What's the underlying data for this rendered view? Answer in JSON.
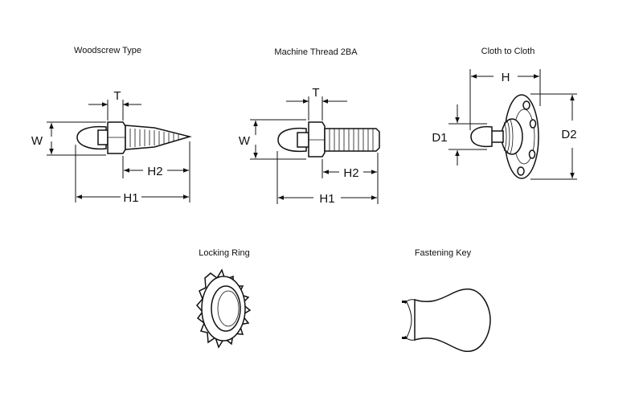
{
  "diagram": {
    "titles": {
      "woodscrew": "Woodscrew Type",
      "machine": "Machine Thread 2BA",
      "cloth": "Cloth to Cloth",
      "ring": "Locking Ring",
      "key": "Fastening Key"
    },
    "dims": {
      "t": "T",
      "w": "W",
      "h1": "H1",
      "h2": "H2",
      "h": "H",
      "d1": "D1",
      "d2": "D2"
    }
  }
}
